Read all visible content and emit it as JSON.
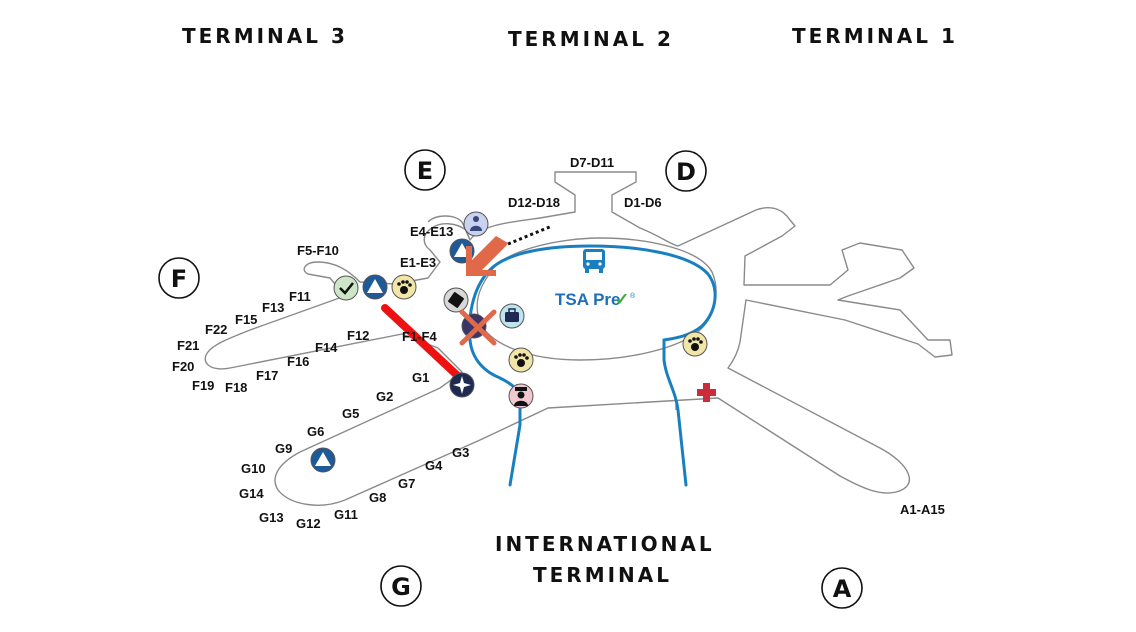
{
  "terminals": {
    "t3": "TERMINAL 3",
    "t2": "TERMINAL 2",
    "t1": "TERMINAL 1",
    "intl_line1": "INTERNATIONAL",
    "intl_line2": "TERMINAL"
  },
  "boarding_areas": {
    "E": "E",
    "D": "D",
    "F": "F",
    "G": "G",
    "A": "A"
  },
  "gate_labels": {
    "d7_d11": "D7-D11",
    "d12_d18": "D12-D18",
    "d1_d6": "D1-D6",
    "e4_e13": "E4-E13",
    "e1_e3": "E1-E3",
    "f5_f10": "F5-F10",
    "f11": "F11",
    "f13": "F13",
    "f15": "F15",
    "f22": "F22",
    "f21": "F21",
    "f20": "F20",
    "f19": "F19",
    "f18": "F18",
    "f17": "F17",
    "f16": "F16",
    "f14": "F14",
    "f12": "F12",
    "f1_f4": "F1-F4",
    "g1": "G1",
    "g2": "G2",
    "g5": "G5",
    "g6": "G6",
    "g9": "G9",
    "g10": "G10",
    "g14": "G14",
    "g13": "G13",
    "g12": "G12",
    "g11": "G11",
    "g8": "G8",
    "g7": "G7",
    "g4": "G4",
    "g3": "G3",
    "a1_a15": "A1-A15"
  },
  "tsa": {
    "text": "TSA Pre",
    "check": "✓",
    "mark": "®"
  },
  "icons": [
    "checkmark-icon",
    "triangle-icon",
    "paw-icon",
    "nursing-room-icon",
    "id-card-icon",
    "suitcase-icon",
    "star-icon",
    "officer-icon",
    "bus-icon",
    "medical-cross-icon",
    "arrow-icon",
    "x-mark-icon"
  ],
  "colors": {
    "outline": "#8a8a8a",
    "transit_line": "#1a7fc1",
    "navy": "#1f2a52",
    "triangle_blue": "#1e5a98",
    "paw_yellow": "#f1e6a8",
    "arrow_orange": "#e0694a",
    "red_line": "#ee1111",
    "medical_red": "#cc2b3b",
    "tsa_blue": "#1e6fb8",
    "tsa_green": "#3caa3c"
  }
}
